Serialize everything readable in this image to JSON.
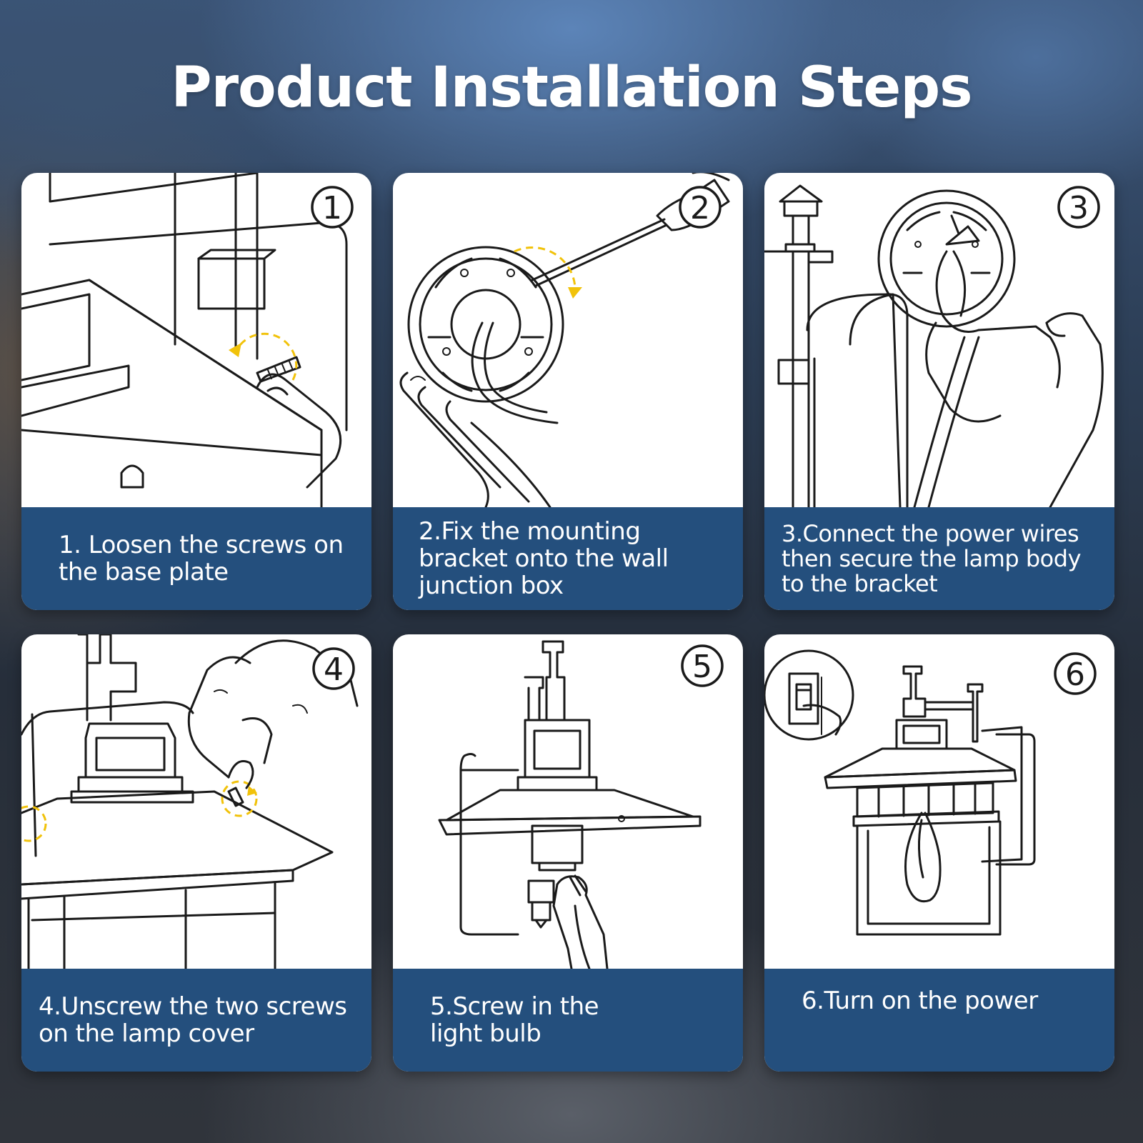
{
  "title": "Product Installation Steps",
  "steps": [
    {
      "number": "1",
      "caption": "1. Loosen the screws on the base plate"
    },
    {
      "number": "2",
      "caption": "2.Fix the mounting bracket onto the wall junction box"
    },
    {
      "number": "3",
      "caption": "3.Connect the power wires then secure the lamp body to the bracket"
    },
    {
      "number": "4",
      "caption": "4.Unscrew the two screws on the lamp cover"
    },
    {
      "number": "5",
      "caption": "5.Screw in the light bulb"
    },
    {
      "number": "6",
      "caption": "6.Turn on the power"
    }
  ],
  "colors": {
    "caption_band": "#244f7d",
    "accent_arrow": "#f1c20a",
    "card": "#ffffff"
  }
}
